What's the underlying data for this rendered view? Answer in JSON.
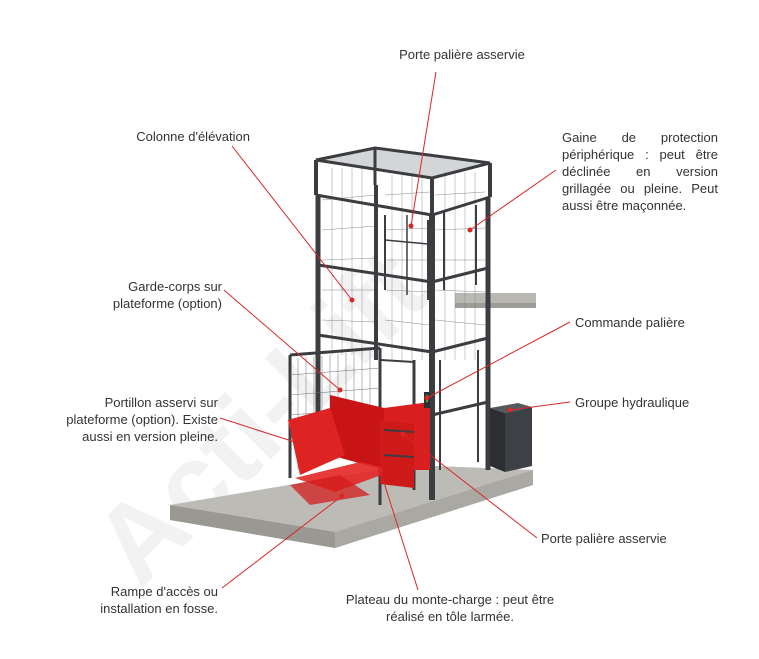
{
  "watermark": "Acti-Lift",
  "colors": {
    "frame": "#3b3d40",
    "platform": "#d81e1e",
    "concrete": "#b9b8b3",
    "leader": "#d82727",
    "text": "#333333"
  },
  "labels": {
    "porte_paliere_top": "Porte palière asservie",
    "colonne": "Colonne d'élévation",
    "gaine": "Gaine de protection périphérique : peut être déclinée en version grillagée ou pleine. Peut aussi être maçonnée.",
    "garde_corps": "Garde-corps sur plateforme (option)",
    "commande": "Commande palière",
    "portillon": "Portillon asservi sur plateforme (option). Existe aussi en version pleine.",
    "groupe": "Groupe hydraulique",
    "porte_paliere_bottom": "Porte palière asservie",
    "rampe": "Rampe d'accès ou installation en fosse.",
    "plateau": "Plateau du monte-charge : peut être réalisé en tôle larmée."
  }
}
